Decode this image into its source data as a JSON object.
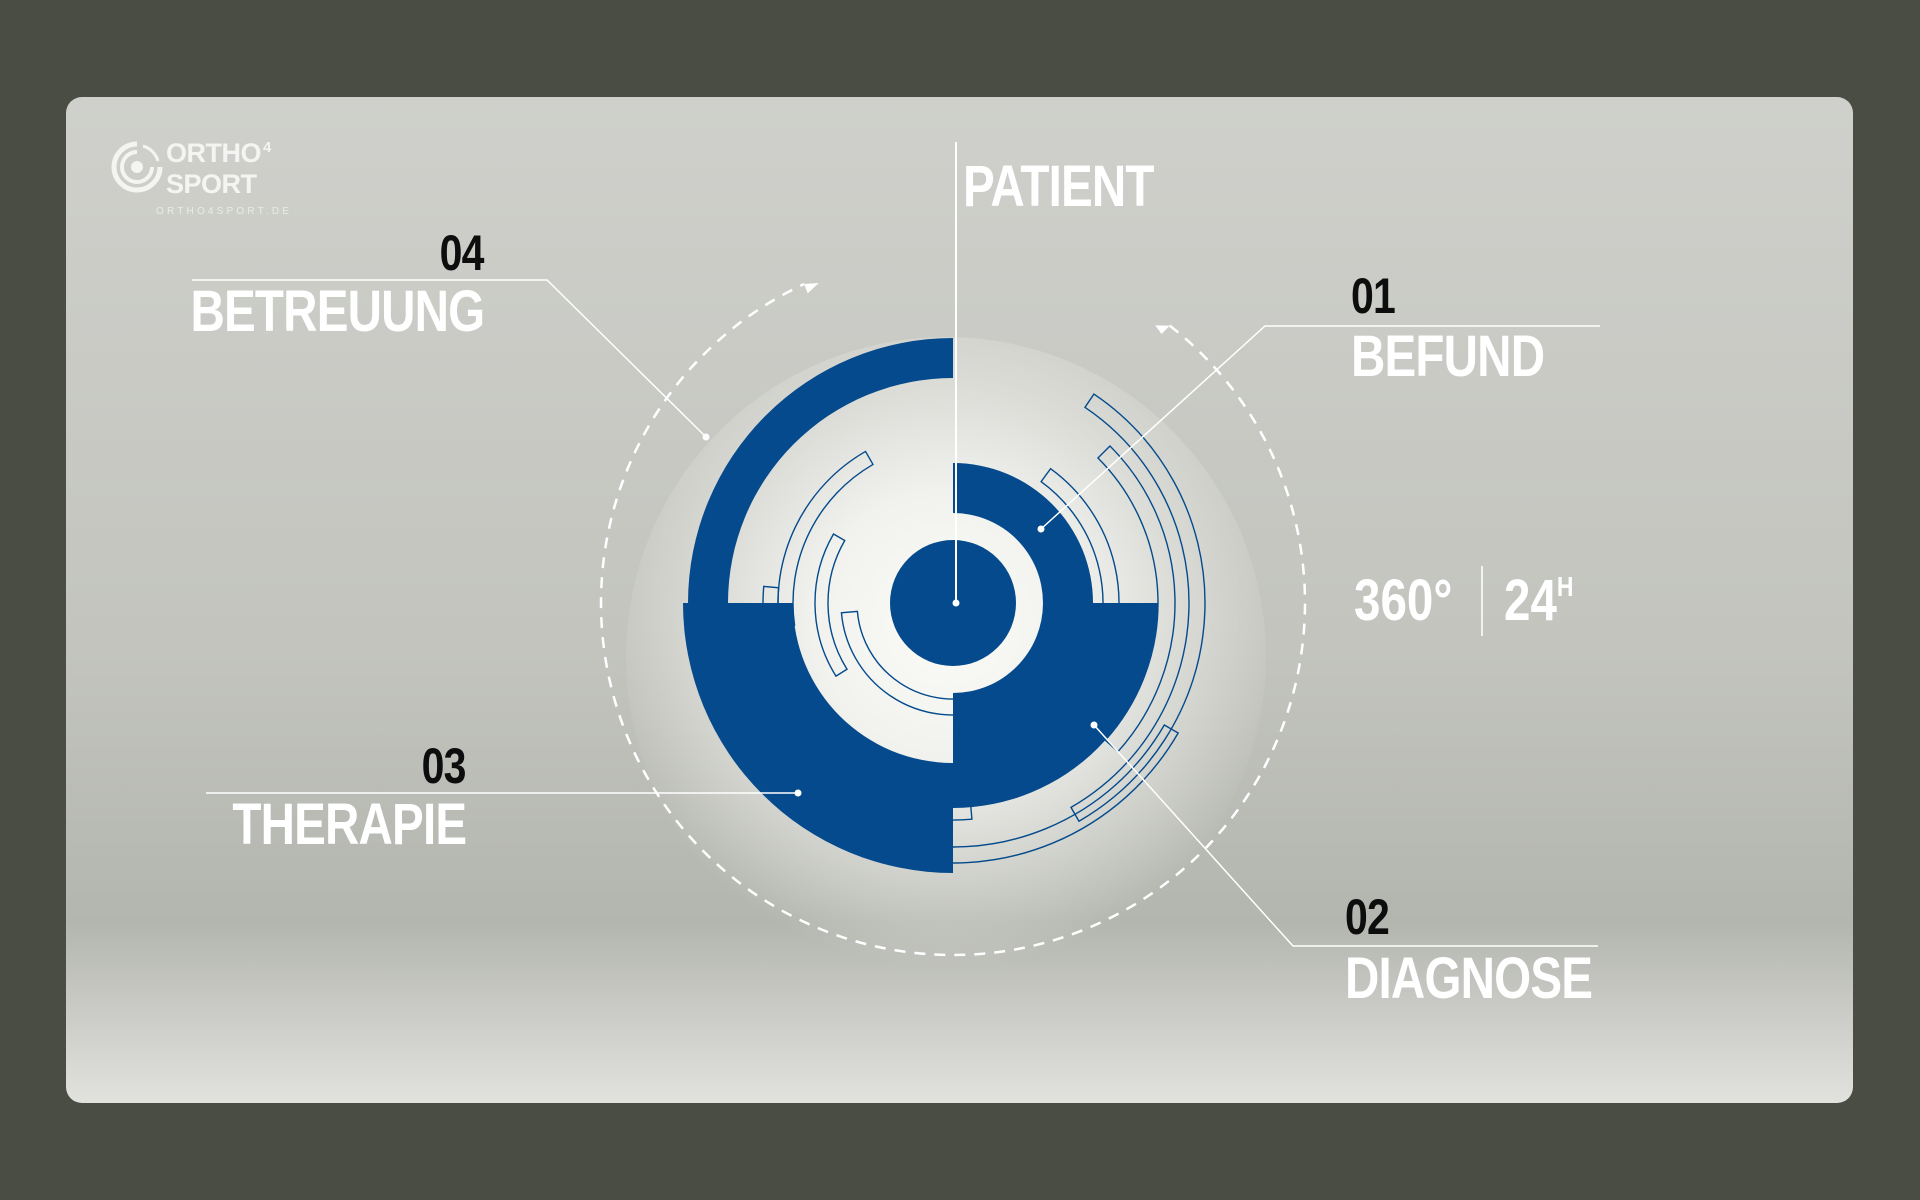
{
  "brand": {
    "name_line1": "ORTHO",
    "name_sup": "4",
    "name_line2": "SPORT",
    "url": "ORTHO4SPORT.DE"
  },
  "center": {
    "label": "PATIENT"
  },
  "steps": [
    {
      "number": "01",
      "label": "BEFUND"
    },
    {
      "number": "02",
      "label": "DIAGNOSE"
    },
    {
      "number": "03",
      "label": "THERAPIE"
    },
    {
      "number": "04",
      "label": "BETREUUNG"
    }
  ],
  "stats": {
    "degrees": "360°",
    "hours": "24",
    "hours_unit": "H"
  },
  "colors": {
    "accent_blue": "#044a8c",
    "label_white": "#ffffff",
    "number_black": "#0d0d0d",
    "frame": "#4a4d44"
  }
}
